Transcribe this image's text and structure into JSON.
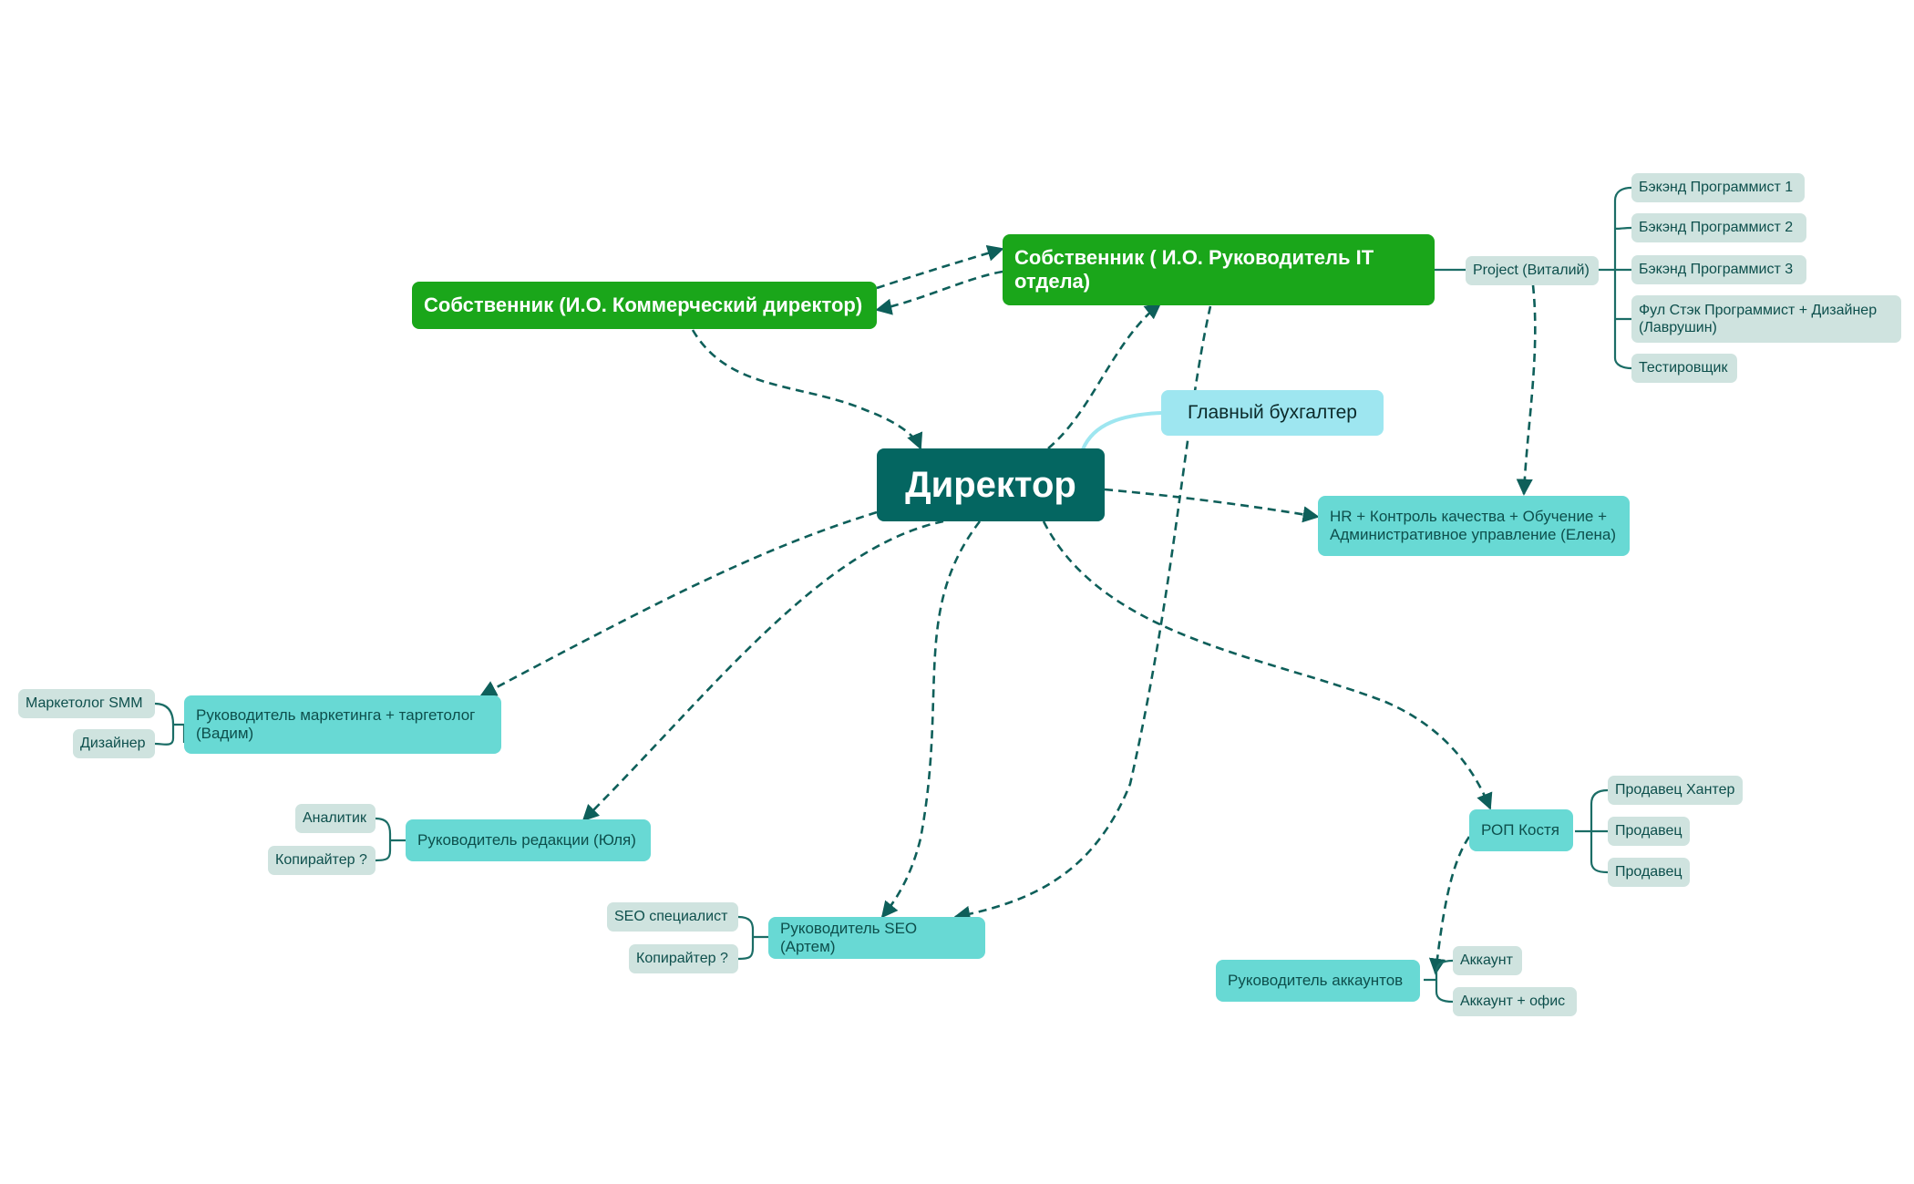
{
  "colors": {
    "dashed_connector": "#0e5f5a",
    "bracket": "#1b6d66",
    "accountant_link": "#9ee6f0"
  },
  "nodes": {
    "director": "Директор",
    "owner_commercial": "Собственник (И.О. Коммерческий директор)",
    "owner_it": "Собственник ( И.О. Руководитель IT отдела)",
    "chief_accountant": "Главный бухгалтер",
    "project": "Project (Виталий)",
    "hr": "HR + Контроль качества + Обучение + Административное управление (Елена)",
    "marketing_head": "Руководитель маркетинга + таргетолог (Вадим)",
    "editorial_head": "Руководитель редакции (Юля)",
    "seo_head": "Руководитель SEO (Артем)",
    "sales_head": "РОП Костя",
    "accounts_head": "Руководитель аккаунтов"
  },
  "groups": {
    "project_team": [
      "Бэкэнд Программист 1",
      "Бэкэнд Программист 2",
      "Бэкэнд Программист 3",
      "Фул Стэк Программист + Дизайнер (Лаврушин)",
      "Тестировщик"
    ],
    "marketing_team": [
      "Маркетолог SMM",
      "Дизайнер"
    ],
    "editorial_team": [
      "Аналитик",
      "Копирайтер ?"
    ],
    "seo_team": [
      "SEO специалист",
      "Копирайтер ?"
    ],
    "sales_team": [
      "Продавец Хантер",
      "Продавец",
      "Продавец"
    ],
    "accounts_team": [
      "Аккаунт",
      "Аккаунт + офис"
    ]
  }
}
